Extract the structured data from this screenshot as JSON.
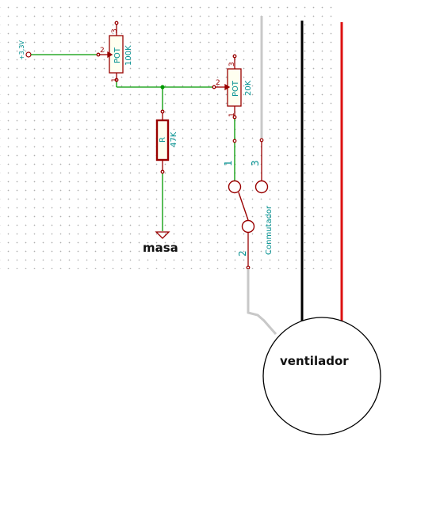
{
  "net_label_supply": "+3,3V",
  "pot1": {
    "ref": "POT",
    "value": "100K",
    "pins": {
      "p1": "1",
      "p2": "2",
      "p3": "3"
    }
  },
  "pot2": {
    "ref": "POT",
    "value": "20K",
    "pins": {
      "p1": "1",
      "p2": "2",
      "p3": "3"
    }
  },
  "resistor": {
    "ref": "R",
    "value": "47K"
  },
  "ground_label": "masa",
  "switch": {
    "name": "Conmutador",
    "pins": {
      "p1": "1",
      "p2": "2",
      "p3": "3"
    }
  },
  "fan_label": "ventilador",
  "colors": {
    "wire": "#009900",
    "component": "#990000",
    "text": "#008f8f",
    "gray_wire": "#c8c8c8",
    "black_wire": "#000000",
    "red_wire": "#dd1111"
  }
}
